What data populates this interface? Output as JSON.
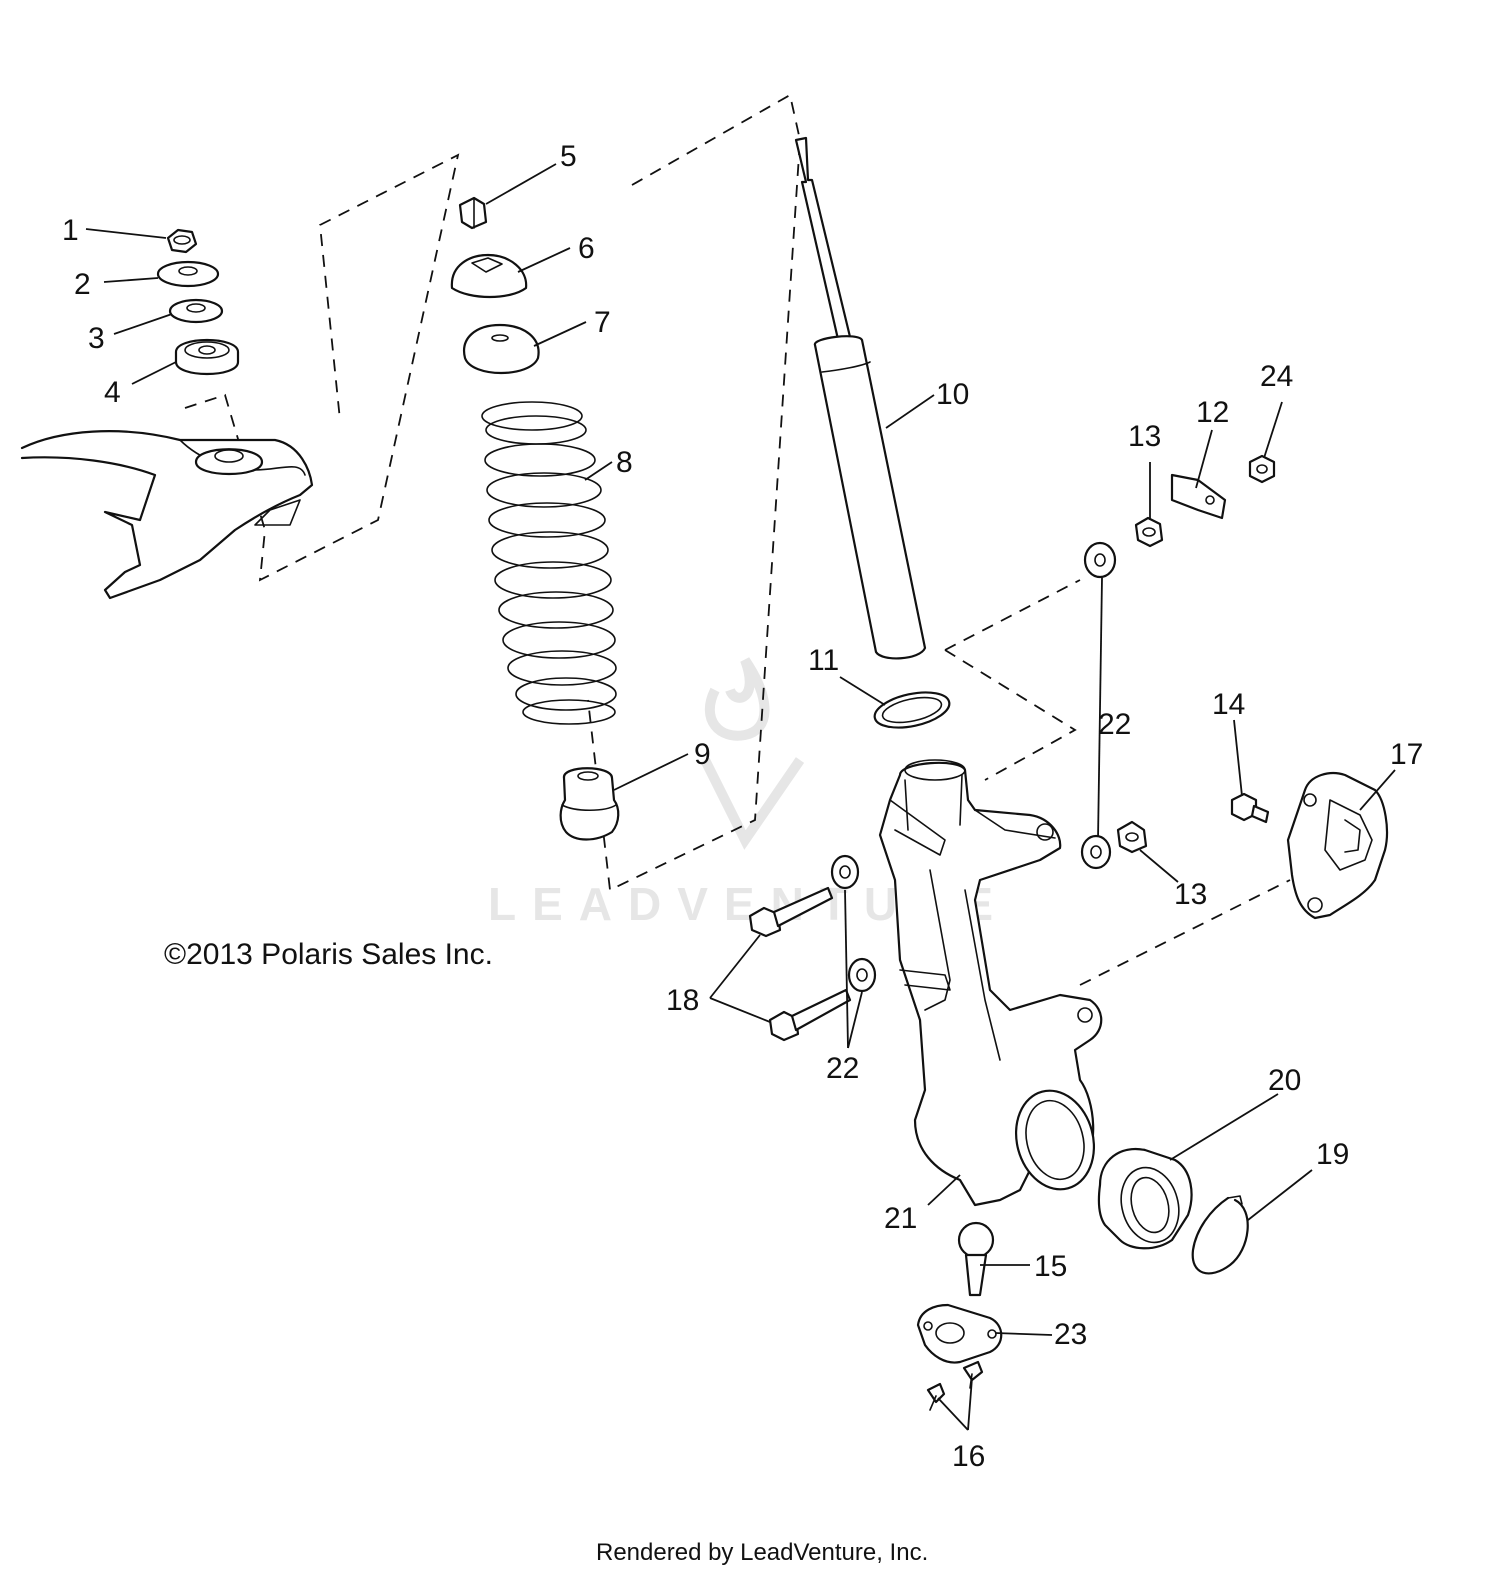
{
  "copyright": "©2013 Polaris Sales Inc.",
  "footer": "Rendered by LeadVenture, Inc.",
  "watermark": "LEADVENTURE",
  "callouts": [
    {
      "id": "c1",
      "label": "1"
    },
    {
      "id": "c2",
      "label": "2"
    },
    {
      "id": "c3",
      "label": "3"
    },
    {
      "id": "c4",
      "label": "4"
    },
    {
      "id": "c5",
      "label": "5"
    },
    {
      "id": "c6",
      "label": "6"
    },
    {
      "id": "c7",
      "label": "7"
    },
    {
      "id": "c8",
      "label": "8"
    },
    {
      "id": "c9",
      "label": "9"
    },
    {
      "id": "c10",
      "label": "10"
    },
    {
      "id": "c11",
      "label": "11"
    },
    {
      "id": "c12",
      "label": "12"
    },
    {
      "id": "c13a",
      "label": "13"
    },
    {
      "id": "c13b",
      "label": "13"
    },
    {
      "id": "c14",
      "label": "14"
    },
    {
      "id": "c15",
      "label": "15"
    },
    {
      "id": "c16",
      "label": "16"
    },
    {
      "id": "c17",
      "label": "17"
    },
    {
      "id": "c18",
      "label": "18"
    },
    {
      "id": "c19",
      "label": "19"
    },
    {
      "id": "c20",
      "label": "20"
    },
    {
      "id": "c21",
      "label": "21"
    },
    {
      "id": "c22a",
      "label": "22"
    },
    {
      "id": "c22b",
      "label": "22"
    },
    {
      "id": "c23",
      "label": "23"
    },
    {
      "id": "c24",
      "label": "24"
    }
  ]
}
